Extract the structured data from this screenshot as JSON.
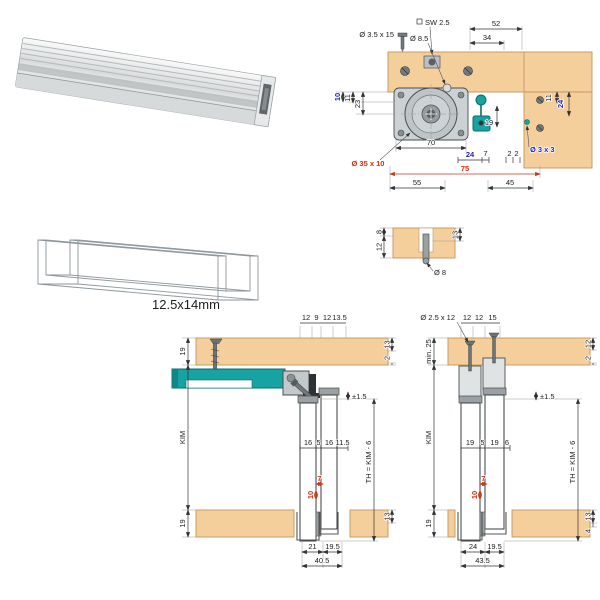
{
  "document": {
    "type": "technical installation drawing",
    "subject": "sliding door fitting with top rail and guide profile"
  },
  "colors": {
    "panel_wood": "#f4cf9c",
    "panel_edge": "#c3945c",
    "hardware_teal": "#17a3a1",
    "hardware_grey": "#c3c8ca",
    "dim_red": "#d22d10",
    "dim_blue": "#2121bd",
    "line": "#333333"
  },
  "profile": {
    "size_label": "12.5x14mm"
  },
  "plan": {
    "labels": {
      "screws": "Ø 3.5 x 15",
      "hex": "SW 2.5",
      "hole": "Ø 8.5",
      "w52": "52",
      "w34": "34",
      "h10": "10",
      "h11l": "11",
      "h23": "23",
      "w70": "70",
      "disc": "Ø 35 x 10",
      "w24": "24",
      "w7": "7",
      "w2a": "2",
      "w2b": "2",
      "h19": "19",
      "w75": "75",
      "w55": "55",
      "w45": "45",
      "pin": "Ø 3 x 3",
      "h11r": "11",
      "h24r": "24"
    }
  },
  "plan_section": {
    "labels": {
      "h8": "8",
      "h12": "12",
      "h13": "13",
      "hole": "Ø 8"
    }
  },
  "section_a": {
    "labels": {
      "t12a": "12",
      "t9": "9",
      "t12b": "12",
      "t135": "13.5",
      "l19t": "19",
      "kim": "KIM",
      "l19b": "19",
      "r13t": "13",
      "r2": "2",
      "adj": "±1.5",
      "th": "TH = KIM - 6",
      "r13b": "13",
      "m16a": "16",
      "m5": "5",
      "m16b": "16",
      "m115": "11.5",
      "g7": "7",
      "g10": "10",
      "b21": "21",
      "b195": "19.5",
      "b405": "40.5"
    }
  },
  "section_b": {
    "labels": {
      "screw": "Ø 2.5 x 12",
      "t12a": "12",
      "t12b": "12",
      "t15": "15",
      "lmin": "min. 25",
      "kim": "KIM",
      "l19b": "19",
      "r12": "12",
      "r2": "2",
      "adj": "±1.5",
      "th": "TH = KIM - 6",
      "r13": "13",
      "r4": "4",
      "m19a": "19",
      "m5": "5",
      "m19b": "19",
      "m6": "6",
      "g7": "7",
      "g10": "10",
      "b24": "24",
      "b195": "19.5",
      "b435": "43.5"
    }
  }
}
